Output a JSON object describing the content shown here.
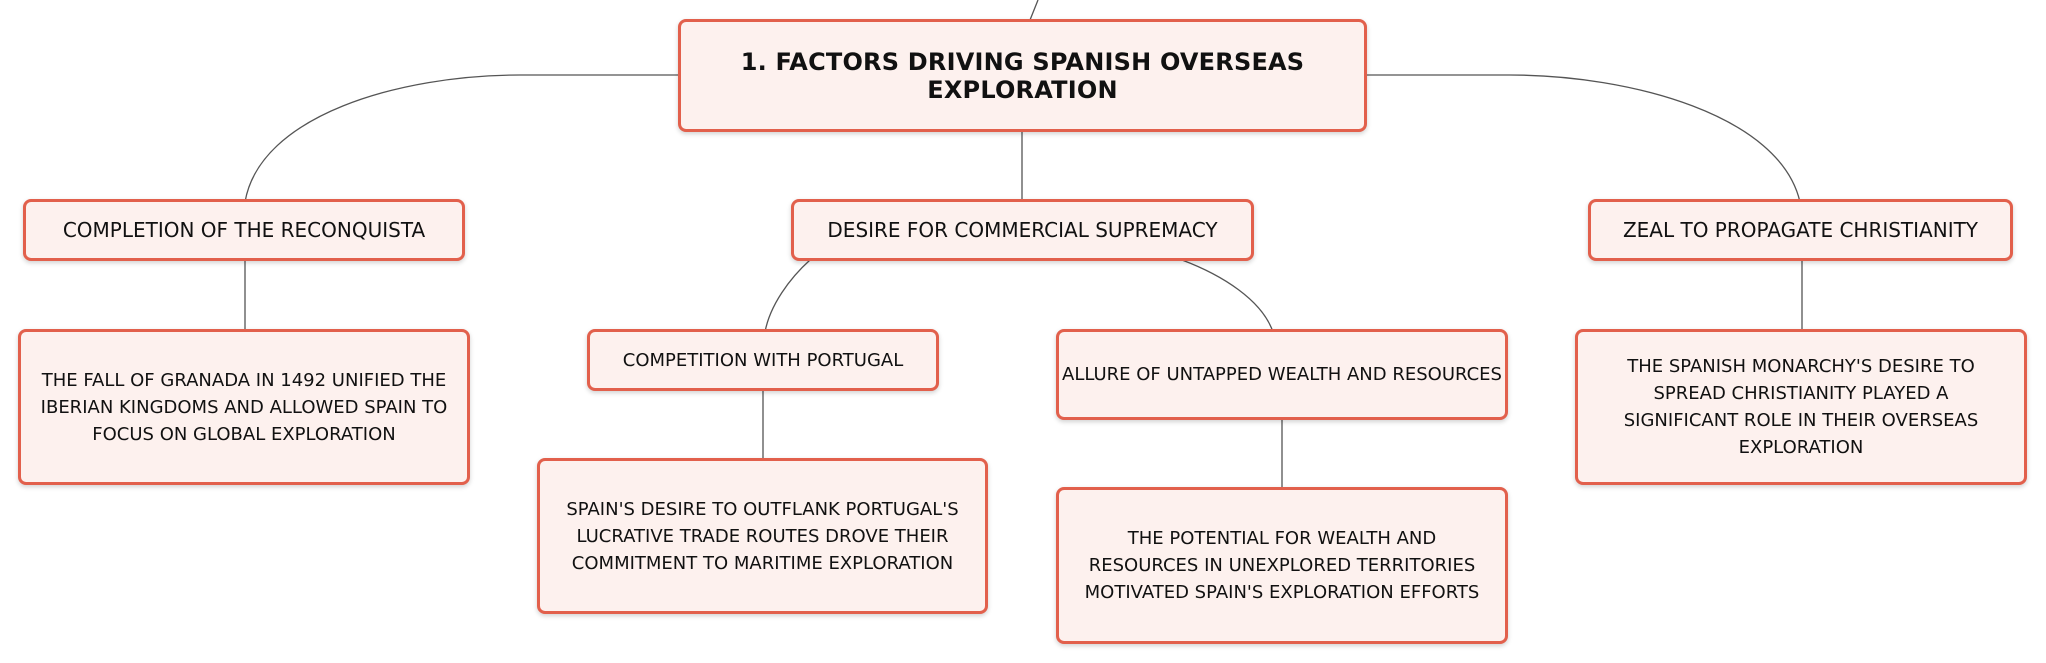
{
  "diagram": {
    "root": "1. FACTORS DRIVING SPANISH OVERSEAS EXPLORATION",
    "branches": [
      {
        "label": "COMPLETION OF THE RECONQUISTA",
        "detail": "THE FALL OF GRANADA IN 1492 UNIFIED THE IBERIAN KINGDOMS AND ALLOWED SPAIN TO FOCUS ON GLOBAL EXPLORATION"
      },
      {
        "label": "DESIRE FOR COMMERCIAL SUPREMACY",
        "children": [
          {
            "label": "COMPETITION WITH PORTUGAL",
            "detail": "SPAIN'S DESIRE TO OUTFLANK PORTUGAL'S LUCRATIVE TRADE ROUTES DROVE THEIR COMMITMENT TO MARITIME EXPLORATION"
          },
          {
            "label": "ALLURE OF UNTAPPED WEALTH AND RESOURCES",
            "detail": "THE POTENTIAL FOR WEALTH AND RESOURCES IN UNEXPLORED TERRITORIES MOTIVATED SPAIN'S EXPLORATION EFFORTS"
          }
        ]
      },
      {
        "label": "ZEAL TO PROPAGATE CHRISTIANITY",
        "detail": "THE SPANISH MONARCHY'S DESIRE TO SPREAD CHRISTIANITY PLAYED A SIGNIFICANT ROLE IN THEIR OVERSEAS EXPLORATION"
      }
    ]
  },
  "colors": {
    "node_fill": "#fdf1ee",
    "node_border": "#e2604c",
    "connector": "#555555",
    "text": "#111111"
  }
}
